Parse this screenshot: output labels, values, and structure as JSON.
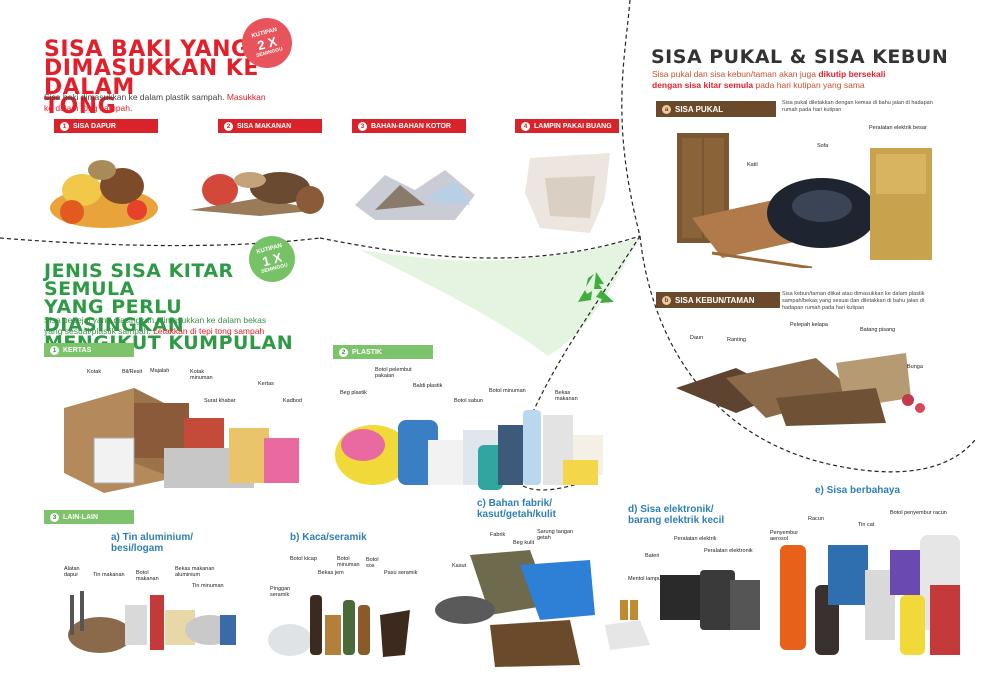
{
  "colors": {
    "red": "#e2202b",
    "green": "#2f9a45",
    "brown": "#6b4a2b",
    "blue": "#2f7fb5"
  },
  "icons": [
    "recycle-icon"
  ],
  "residual": {
    "title": "SISA BAKI YANG DIMASUKKAN KE DALAM TONG",
    "title_lines": [
      "SISA BAKI YANG",
      "DIMASUKKAN KE DALAM",
      "TONG"
    ],
    "subtitle_a": "Sisa baki dimasukkan ke dalam plastik sampah.",
    "subtitle_b": " Masukkan",
    "subtitle_c": "ke dalam tong sampah",
    "subtitle_d": ".",
    "badge": {
      "top": "KUTIPAN",
      "main": "2 X",
      "bottom": "SEMINGGU"
    },
    "items": [
      {
        "num": "1",
        "label": "SISA DAPUR"
      },
      {
        "num": "2",
        "label": "SISA MAKANAN"
      },
      {
        "num": "3",
        "label": "BAHAN-BAHAN KOTOR"
      },
      {
        "num": "4",
        "label": "LAMPIN PAKAI BUANG"
      }
    ]
  },
  "recyclable": {
    "title_lines": [
      "JENIS SISA KITAR SEMULA",
      "YANG PERLU DIASINGKAN",
      "MENGIKUT KUMPULAN"
    ],
    "subtitle_a": "Sisa pepejal yang diasingkan, dimasukkan ke dalam bekas",
    "subtitle_b": "yang sesuai/plastik sampah.",
    "subtitle_c": " Letakkan di tepi tong sampah",
    "badge": {
      "top": "KUTIPAN",
      "main": "1 X",
      "bottom": "SEMINGGU"
    },
    "paper": {
      "num": "1",
      "label": "KERTAS",
      "callouts": [
        "Kotak",
        "Bil/Resit",
        "Majalah",
        "Kotak minuman",
        "Surat khabar",
        "Kertas",
        "Kadbod"
      ]
    },
    "plastic": {
      "num": "2",
      "label": "PLASTIK",
      "callouts": [
        "Beg plastik",
        "Botol pelembut pakaian",
        "Baldi plastik",
        "Botol sabun",
        "Botol minuman",
        "Bekas makanan"
      ]
    },
    "others": {
      "num": "3",
      "label": "LAIN-LAIN"
    }
  },
  "bulky": {
    "title": "SISA PUKAL & SISA KEBUN",
    "subtitle_a": "Sisa pukal dan sisa kebun/taman akan juga",
    "subtitle_b": " dikutip bersekali",
    "subtitle_c": "dengan sisa kitar semula",
    "subtitle_d": " pada hari kutipan yang sama",
    "pukal": {
      "letter": "a",
      "label": "SISA PUKAL",
      "note": "Sisa pukal diletakkan dengan kemas di bahu jalan di hadapan rumah pada hari kutipan",
      "callouts": [
        "Katil",
        "Sofa",
        "Peralatan elektrik besar"
      ]
    },
    "kebun": {
      "letter": "b",
      "label": "SISA KEBUN/TAMAN",
      "note_a": "Sisa kebun/taman diikat atau dimasukkan ke dalam plastik sampah/bekas yang sesuai dan diletakkan di bahu jalan di hadapan rumah pada hari kutipan",
      "callouts": [
        "Daun",
        "Ranting",
        "Pelepah kelapa",
        "Batang pisang",
        "Bunga"
      ]
    }
  },
  "categories": {
    "a": {
      "title_lines": [
        "a) Tin aluminium/",
        "besi/logam"
      ],
      "callouts": [
        "Alatan dapur",
        "Tin makanan",
        "Botol makanan",
        "Bekas makanan aluminium",
        "Tin minuman"
      ]
    },
    "b": {
      "title_lines": [
        "b) Kaca/seramik"
      ],
      "callouts": [
        "Botol kicap",
        "Bekas jem",
        "Botol minuman",
        "Botol sos",
        "Pasu seramik",
        "Pinggan seramik"
      ]
    },
    "c": {
      "title_lines": [
        "c) Bahan fabrik/",
        "kasut/getah/kulit"
      ],
      "callouts": [
        "Fabrik",
        "Beg kulit",
        "Sarung tangan getah",
        "Kasut"
      ]
    },
    "d": {
      "title_lines": [
        "d) Sisa elektronik/",
        "barang elektrik kecil"
      ],
      "callouts": [
        "Bateri",
        "Peralatan elektrik",
        "Peralatan elektronik",
        "Mentol lampu"
      ]
    },
    "e": {
      "title_lines": [
        "e) Sisa berbahaya"
      ],
      "callouts": [
        "Penyembur aerosol",
        "Racun",
        "Tin cat",
        "Botol penyembur racun"
      ]
    }
  }
}
